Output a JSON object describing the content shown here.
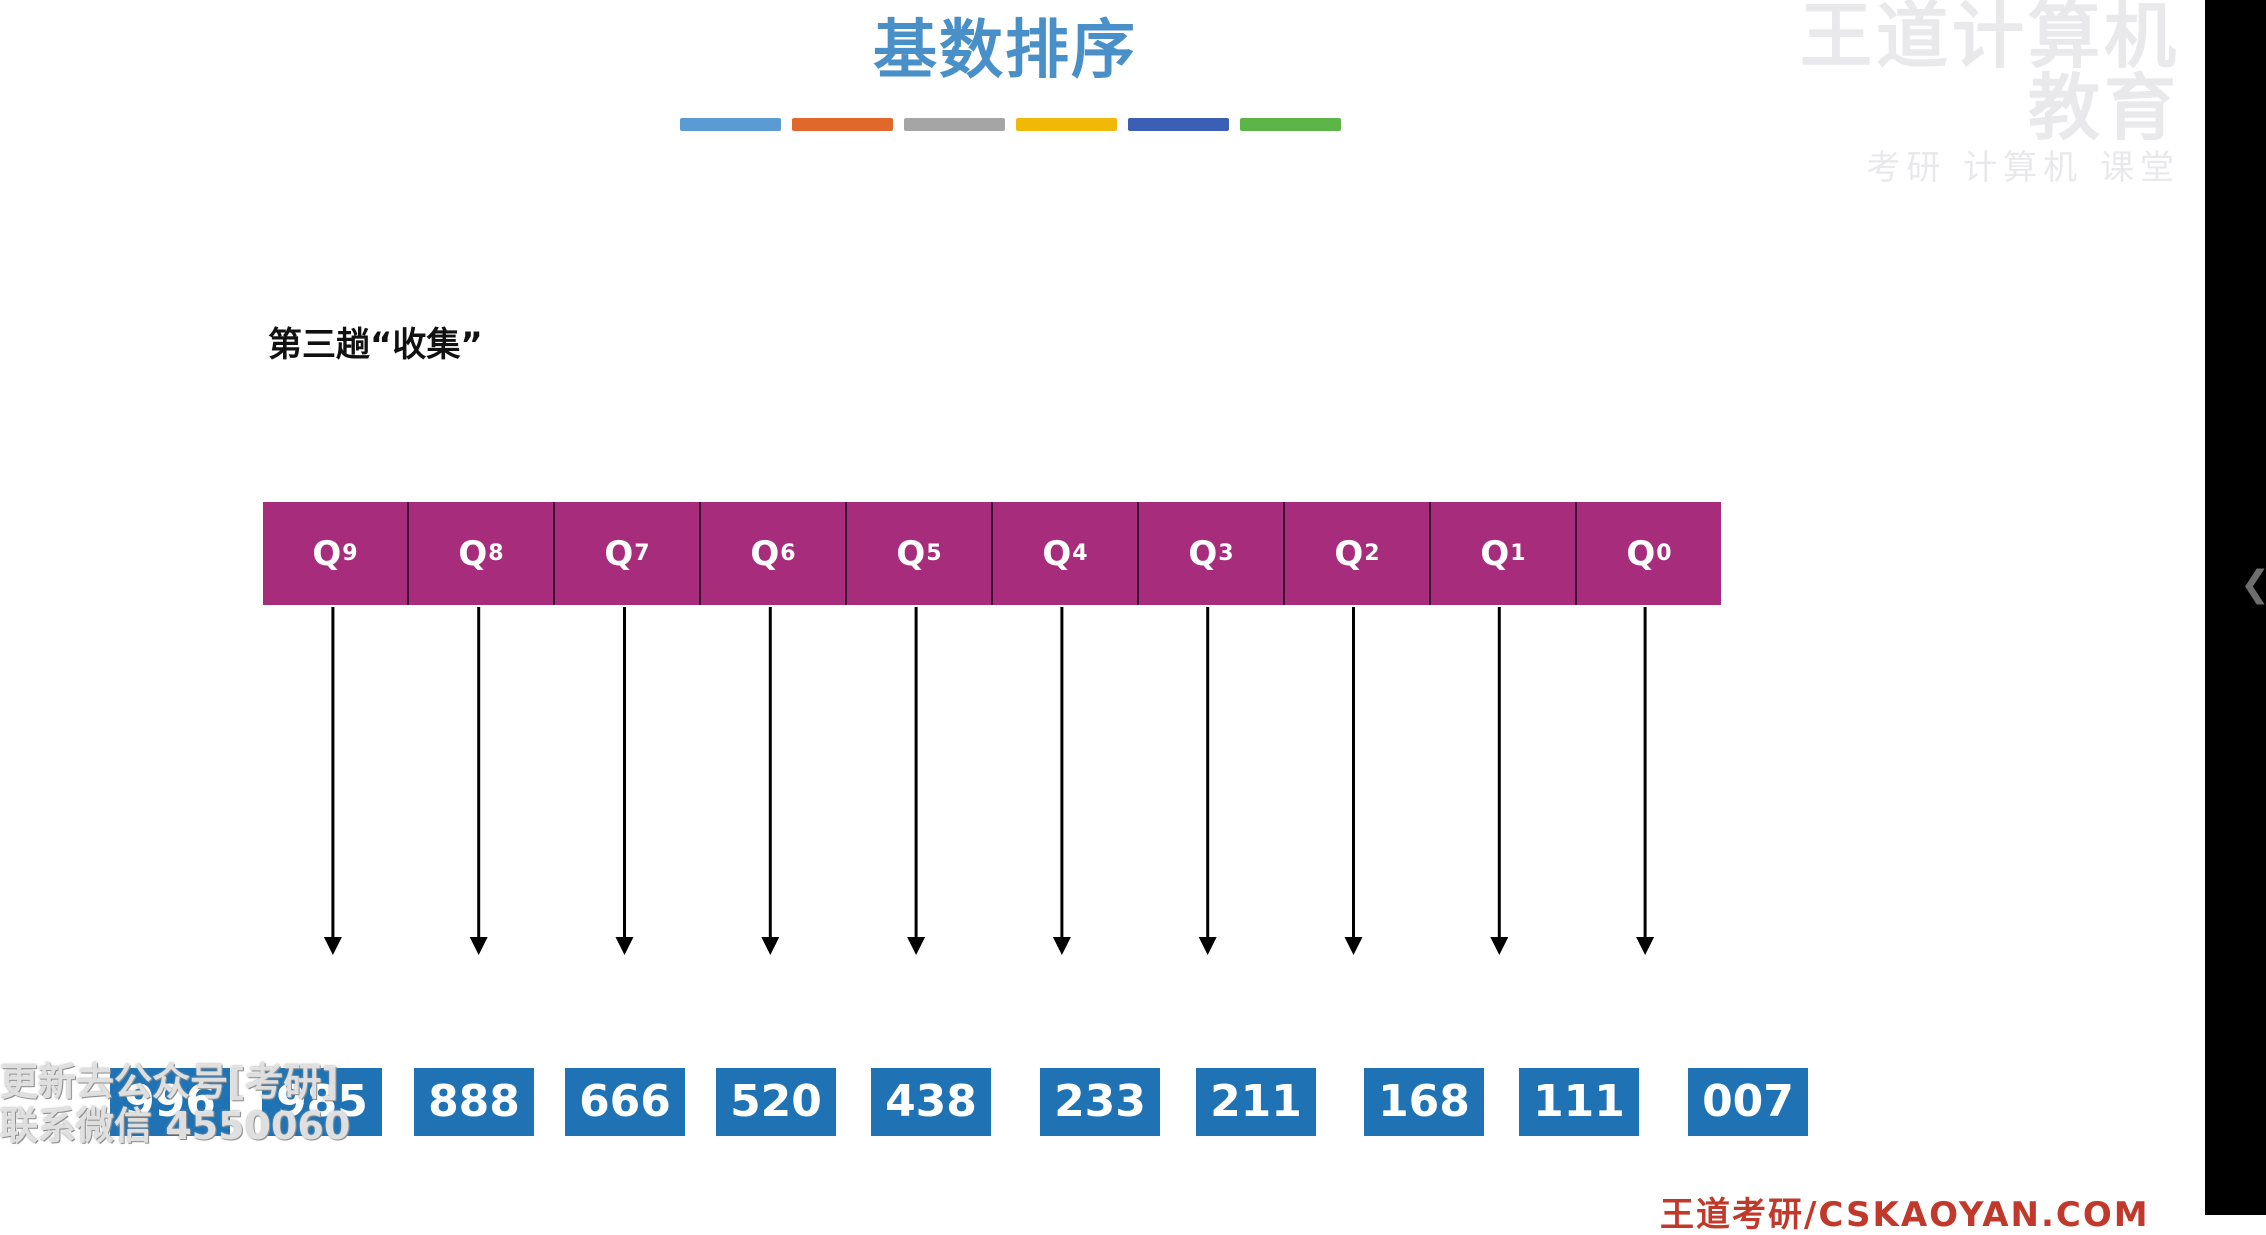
{
  "title": "基数排序",
  "subtitle": "第三趟“收集”",
  "color_strip": [
    "#5b9bd5",
    "#e0682b",
    "#a5a5a5",
    "#f2b807",
    "#3b5fb4",
    "#5cb546"
  ],
  "colors": {
    "title": "#4a90c8",
    "queue_fill": "#a72c7b",
    "number_fill": "#1f73b4"
  },
  "queues": [
    {
      "letter": "Q",
      "index": "9"
    },
    {
      "letter": "Q",
      "index": "8"
    },
    {
      "letter": "Q",
      "index": "7"
    },
    {
      "letter": "Q",
      "index": "6"
    },
    {
      "letter": "Q",
      "index": "5"
    },
    {
      "letter": "Q",
      "index": "4"
    },
    {
      "letter": "Q",
      "index": "3"
    },
    {
      "letter": "Q",
      "index": "2"
    },
    {
      "letter": "Q",
      "index": "1"
    },
    {
      "letter": "Q",
      "index": "0"
    }
  ],
  "numbers": [
    "996",
    "985",
    "888",
    "666",
    "520",
    "438",
    "233",
    "211",
    "168",
    "111",
    "007"
  ],
  "watermark": {
    "top_line1": "王道计算机教育",
    "top_line2": "考研 计算机 课堂",
    "left_line1": "更新去公众号[考研]",
    "left_line2": "联系微信 4550060"
  },
  "footer": "王道考研/CSKAOYAN.COM",
  "side_chevron": "❮"
}
